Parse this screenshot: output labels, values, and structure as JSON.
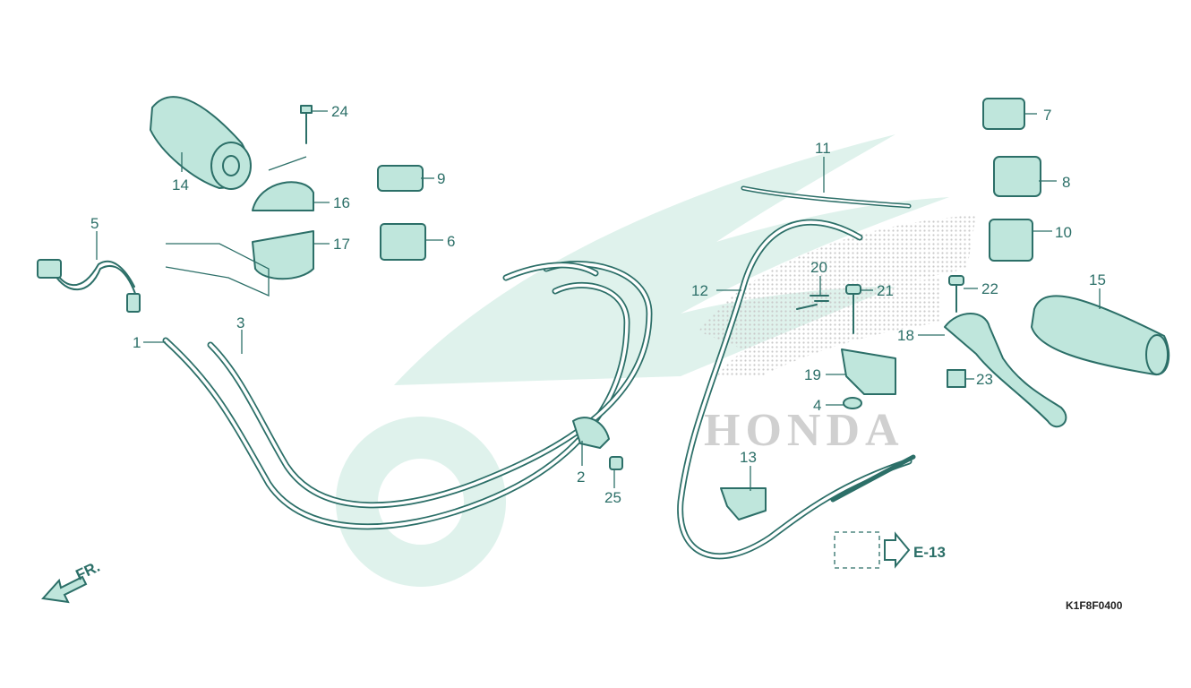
{
  "brand": {
    "watermark": "HONDA",
    "accent": "#2c6f68",
    "fill": "#bfe6dc"
  },
  "diagram_code": "K1F8F0400",
  "direction_label": "FR.",
  "reference": {
    "label": "E-13",
    "icon": "hollow-arrow-right-icon"
  },
  "callouts": {
    "c1": "1",
    "c2": "2",
    "c3": "3",
    "c4": "4",
    "c5": "5",
    "c6": "6",
    "c7": "7",
    "c8": "8",
    "c9": "9",
    "c10": "10",
    "c11": "11",
    "c12": "12",
    "c13": "13",
    "c14": "14",
    "c15": "15",
    "c16": "16",
    "c17": "17",
    "c18": "18",
    "c19": "19",
    "c20": "20",
    "c21": "21",
    "c22": "22",
    "c23": "23",
    "c24": "24",
    "c25": "25"
  }
}
